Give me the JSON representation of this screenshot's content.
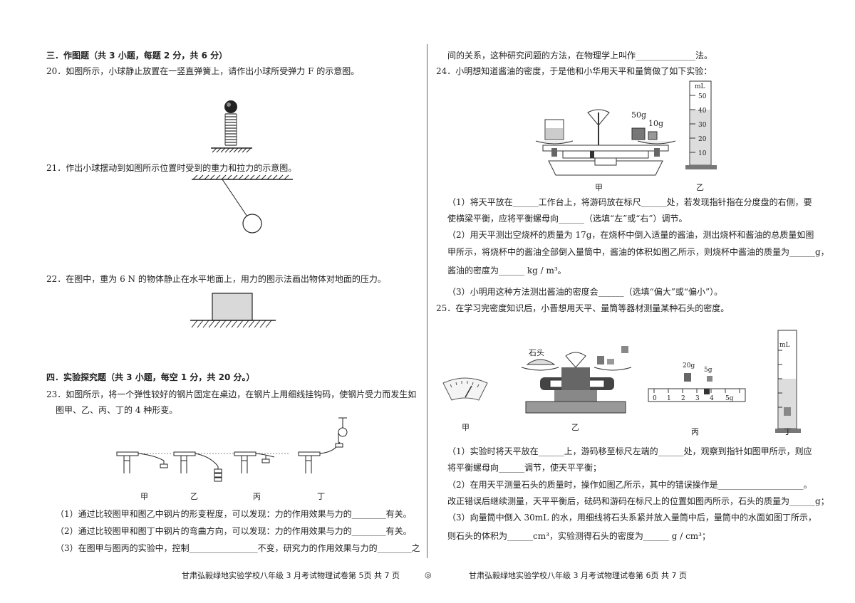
{
  "left": {
    "section3_heading": "三．作图题（共 3 小题，每题 2 分，共 6 分）",
    "q20": "20．如图所示，小球静止放置在一竖直弹簧上，请作出小球所受弹力 F 的示意图。",
    "q21": "21．作出小球摆动到如图所示位置时受到的重力和拉力的示意图。",
    "q22": "22．在图中，重为 6 N 的物体静止在水平地面上，用力的图示法画出物体对地面的压力。",
    "section4_heading": "四．实验探究题（共 3 小题，每空 1 分，共 20 分。）",
    "q23_line1": "23．如图所示，将一个弹性较好的钢片固定在桌边，在钢片上用细线挂钩码，使钢片受力而发生如",
    "q23_line2": "图甲、乙、丙、丁的 4 种形变。",
    "q23_captions": [
      "甲",
      "乙",
      "丙",
      "丁"
    ],
    "q23_p1": "（1）通过比较图甲和图乙中钢片的形变程度，可以发现：力的作用效果与力的________有关。",
    "q23_p2": "（2）通过比较图甲和图丁中钢片的弯曲方向，可以发现：力的作用效果与力的________有关。",
    "q23_p3": "（3）在图甲与图丙的实验中，控制________________不变，研究力的作用效果与力的________之",
    "footer": "甘肃弘毅绿地实验学校八年级 3 月考试物理试卷第 5页  共 7 页"
  },
  "right": {
    "cont": "间的关系，这种研究问题的方法，在物理学上叫作______________法。",
    "q24": "24．小明想知道酱油的密度，于是他和小华用天平和量筒做了如下实验：",
    "q24_weights": [
      "50g",
      "10g"
    ],
    "q24_unit": "mL",
    "q24_cyl_ticks": [
      "50",
      "40",
      "30",
      "20",
      "10"
    ],
    "q24_captions": [
      "甲",
      "乙"
    ],
    "q24_p1a": "（1）将天平放在______工作台上，将游码放在标尺______处，若发现指针指在分度盘的右侧，要",
    "q24_p1b": "使横梁平衡，应将平衡螺母向______（选填“左”或“右”）调节。",
    "q24_p2a": "（2）用天平测出空烧杯的质量为 17g，在烧杯中倒入适量的酱油，测出烧杯和酱油的总质量如图",
    "q24_p2b": "甲所示，将烧杯中的酱油全部倒入量筒中，酱油的体积如图乙所示，则烧杯中酱油的质量为______g，",
    "q24_p2c": "酱油的密度为______ kg / m³。",
    "q24_p3": "（3）小明用这种方法测出酱油的密度会______（选填“偏大”或“偏小”）。",
    "q25": "25．在学习完密度知识后，小晋想用天平、量筒等器材测量某种石头的密度。",
    "q25_stone": "石头",
    "q25_weights": [
      "20g",
      "5g"
    ],
    "q25_scale": [
      "0",
      "1",
      "2",
      "3",
      "4",
      "5g"
    ],
    "q25_unit": "mL",
    "q25_captions": [
      "甲",
      "乙",
      "丙",
      "丁"
    ],
    "q25_p1a": "（1）实验时将天平放在______上，游码移至标尺左端的______处，观察到指针如图甲所示，则应",
    "q25_p1b": "将平衡螺母向______调节，使天平平衡；",
    "q25_p2a": "（2）在用天平测量石头的质量时，操作如图乙所示，其中的错误操作是____________________。",
    "q25_p2b": "改正错误后继续测量，天平平衡后，砝码和游码在标尺上的位置如图丙所示，石头的质量为______g；",
    "q25_p3a": "（3）向量筒中倒入 30mL 的水，用细线将石头系紧并放入量筒中后，量筒中的水面如图丁所示，",
    "q25_p3b": "则石头的体积为______cm³，实验测得石头的密度为______ g / cm³；",
    "footer": "甘肃弘毅绿地实验学校八年级 3 月考试物理试卷第 6页  共 7 页"
  },
  "center_mark": "◎"
}
